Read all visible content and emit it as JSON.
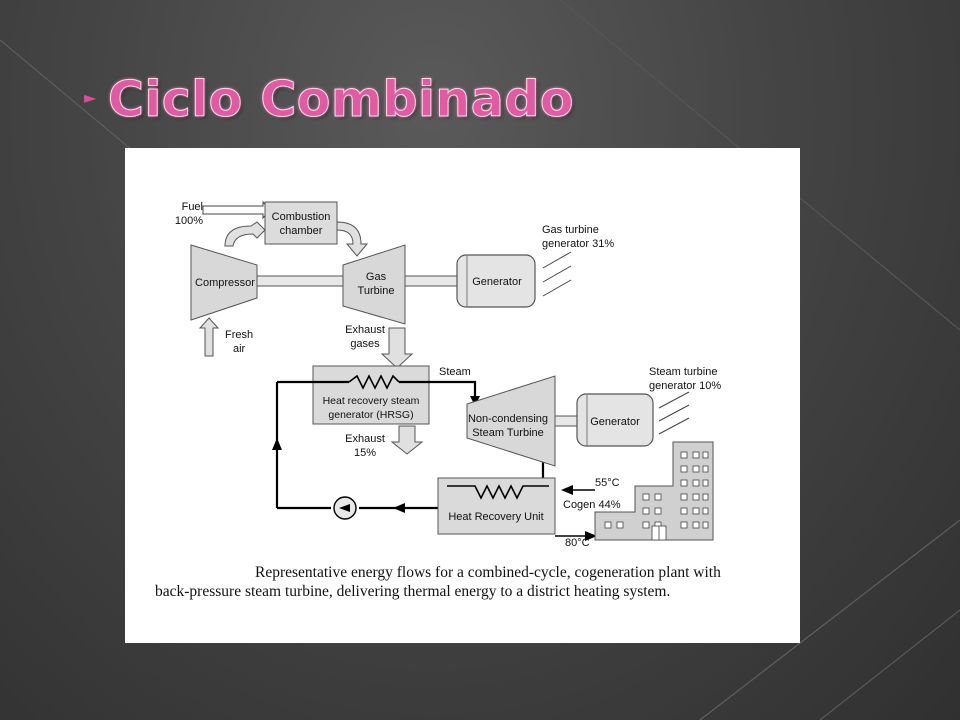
{
  "slide": {
    "title": "Ciclo Combinado",
    "bullet_icon": "triangle-right-icon",
    "accent_color": "#e05ca2",
    "background_color": "#454545"
  },
  "diagram": {
    "labels": {
      "fuel_line1": "Fuel",
      "fuel_line2": "100%",
      "combustion_line1": "Combustion",
      "combustion_line2": "chamber",
      "compressor": "Compressor",
      "gas_turbine_line1": "Gas",
      "gas_turbine_line2": "Turbine",
      "generator_gas": "Generator",
      "gas_gen_out_line1": "Gas turbine",
      "gas_gen_out_line2": "generator 31%",
      "fresh_air_line1": "Fresh",
      "fresh_air_line2": "air",
      "exhaust_gases_line1": "Exhaust",
      "exhaust_gases_line2": "gases",
      "steam": "Steam",
      "hrsg_line1": "Heat recovery steam",
      "hrsg_line2": "generator (HRSG)",
      "steam_turbine_line1": "Non-condensing",
      "steam_turbine_line2": "Steam Turbine",
      "generator_steam": "Generator",
      "steam_gen_out_line1": "Steam turbine",
      "steam_gen_out_line2": "generator 10%",
      "exhaust_out_line1": "Exhaust",
      "exhaust_out_line2": "15%",
      "return_temp": "55°C",
      "cogen": "Cogen 44%",
      "heat_recovery_unit": "Heat Recovery Unit",
      "supply_temp": "80°C"
    },
    "caption_line1": "Representative energy flows for a combined-cycle, cogeneration plant with",
    "caption_line2": "back-pressure steam turbine, delivering thermal energy to a district heating system."
  }
}
